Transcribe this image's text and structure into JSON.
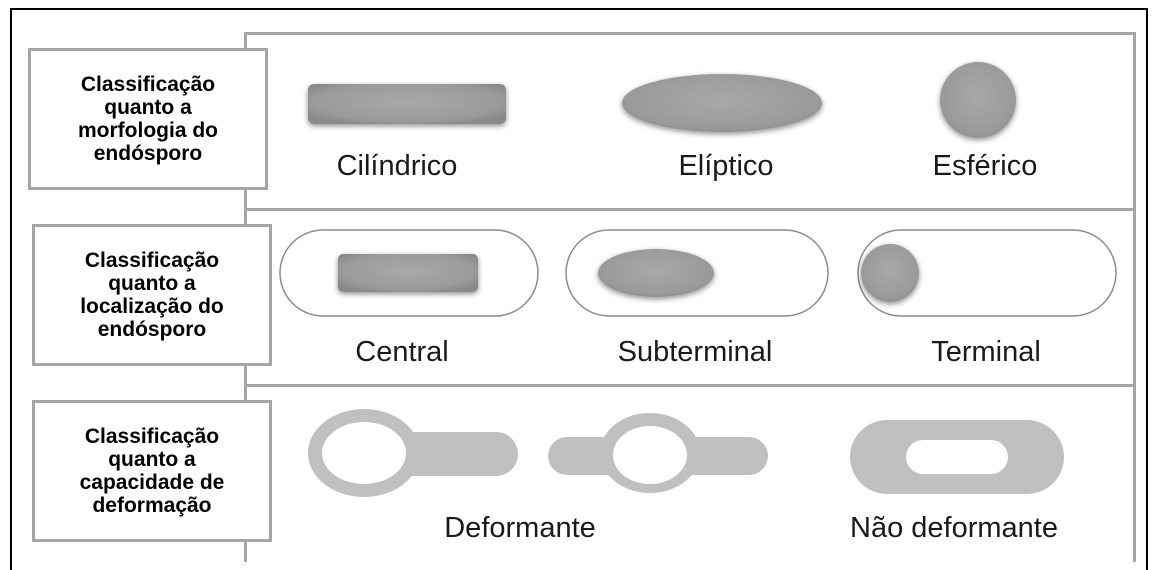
{
  "rows": {
    "morphology": {
      "label": "Classificação\nquanto a\nmorfologia do\nendósporo",
      "captions": [
        "Cilíndrico",
        "Elíptico",
        "Esférico"
      ]
    },
    "location": {
      "label": "Classificação\nquanto a\nlocalização do\nendósporo",
      "captions": [
        "Central",
        "Subterminal",
        "Terminal"
      ]
    },
    "deformation": {
      "label": "Classificação\nquanto a\ncapacidade de\ndeformação",
      "captions": [
        "Deformante",
        "Não deformante"
      ]
    }
  },
  "colors": {
    "spore_fill": "#a3a3a3",
    "border_gray": "#a6a6a6",
    "cell_outline": "#8c8c8c",
    "deform_fill": "#c0c0c0"
  }
}
